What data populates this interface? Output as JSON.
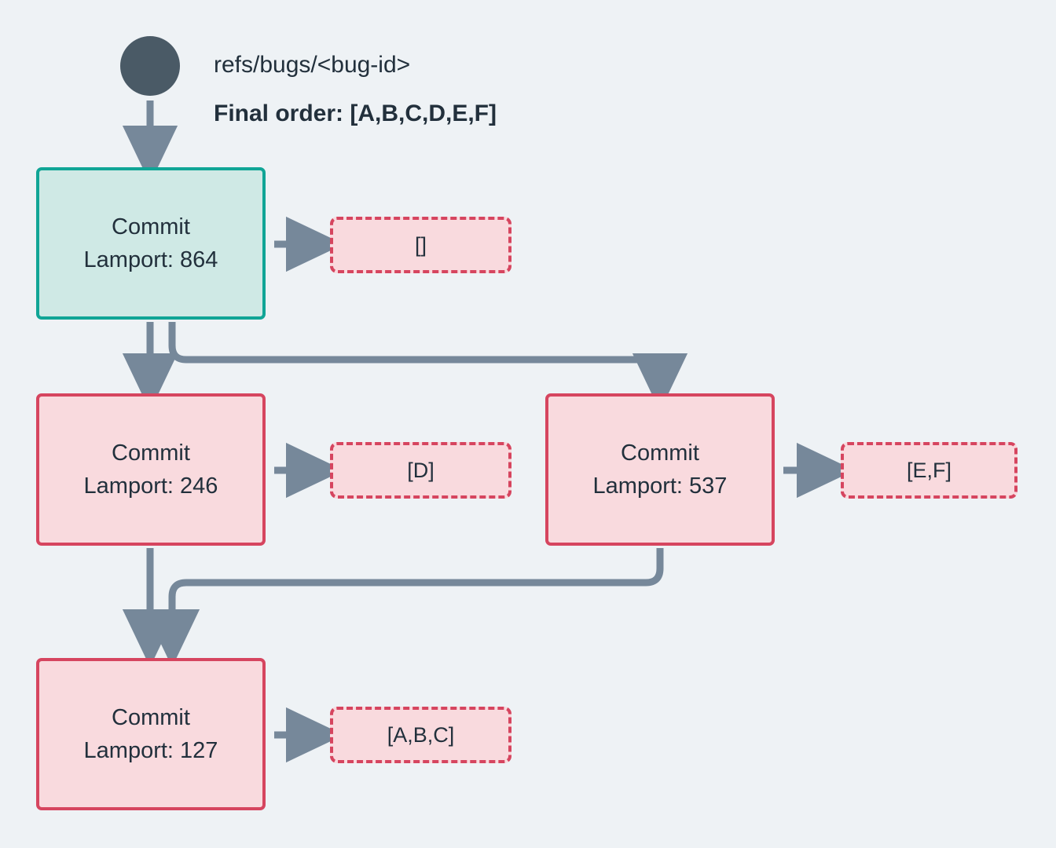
{
  "theme": {
    "background": "#eef2f5",
    "wire": "#76889a",
    "root_node": "#4a5a66",
    "head_fill": "#cfe9e5",
    "head_border": "#10a596",
    "commit_fill": "#f9dade",
    "commit_border": "#d6455f",
    "text": "#22303c"
  },
  "header": {
    "ref_label": "refs/bugs/<bug-id>",
    "final_order_label": "Final order: [A,B,C,D,E,F]",
    "root_icon": "root-commit-dot"
  },
  "nodes": [
    {
      "id": "commit-864",
      "title": "Commit",
      "lamport_label": "Lamport: 864",
      "lamport": 864,
      "kind": "head",
      "badge": "[]",
      "badge_items": []
    },
    {
      "id": "commit-246",
      "title": "Commit",
      "lamport_label": "Lamport: 246",
      "lamport": 246,
      "kind": "plain",
      "badge": "[D]",
      "badge_items": [
        "D"
      ]
    },
    {
      "id": "commit-537",
      "title": "Commit",
      "lamport_label": "Lamport: 537",
      "lamport": 537,
      "kind": "plain",
      "badge": "[E,F]",
      "badge_items": [
        "E",
        "F"
      ]
    },
    {
      "id": "commit-127",
      "title": "Commit",
      "lamport_label": "Lamport: 127",
      "lamport": 127,
      "kind": "plain",
      "badge": "[A,B,C]",
      "badge_items": [
        "A",
        "B",
        "C"
      ]
    }
  ],
  "edges": [
    {
      "from": "root",
      "to": "commit-864",
      "style": "straight-down"
    },
    {
      "from": "commit-864",
      "to": "commit-246",
      "style": "straight-down"
    },
    {
      "from": "commit-864",
      "to": "commit-537",
      "style": "elbow-right"
    },
    {
      "from": "commit-246",
      "to": "commit-127",
      "style": "straight-down"
    },
    {
      "from": "commit-537",
      "to": "commit-127",
      "style": "elbow-left"
    },
    {
      "from": "commit-864",
      "to": "badge-864",
      "style": "short-right"
    },
    {
      "from": "commit-246",
      "to": "badge-246",
      "style": "short-right"
    },
    {
      "from": "commit-537",
      "to": "badge-537",
      "style": "short-right"
    },
    {
      "from": "commit-127",
      "to": "badge-127",
      "style": "short-right"
    }
  ]
}
